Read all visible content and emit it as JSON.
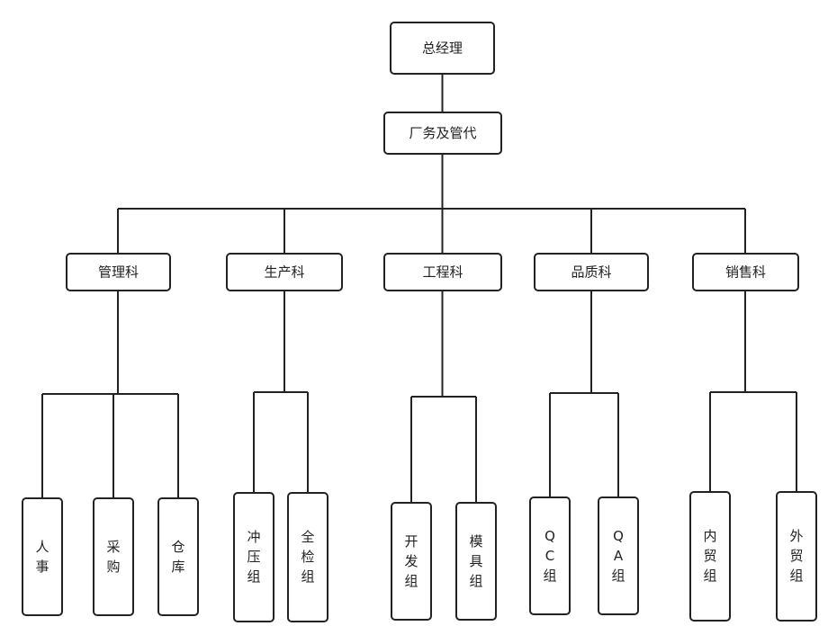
{
  "org": {
    "top": "总经理",
    "deputy": "厂务及管代",
    "departments": [
      {
        "name": "管理科",
        "groups": [
          "人事",
          "采购",
          "仓库"
        ]
      },
      {
        "name": "生产科",
        "groups": [
          "冲压组",
          "全检组"
        ]
      },
      {
        "name": "工程科",
        "groups": [
          "开发组",
          "模具组"
        ]
      },
      {
        "name": "品质科",
        "groups": [
          "QC组",
          "QA组"
        ]
      },
      {
        "name": "销售科",
        "groups": [
          "内贸组",
          "外贸组"
        ]
      }
    ]
  },
  "colors": {
    "line": "#222222",
    "box_fill": "#ffffff",
    "text": "#222222"
  }
}
